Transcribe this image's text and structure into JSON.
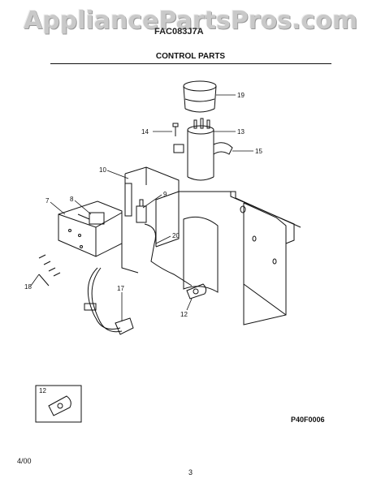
{
  "watermark": "AppliancePartsPros.com",
  "header": {
    "model": "FAC083J7A",
    "section_title": "CONTROL PARTS"
  },
  "callouts": [
    "19",
    "14",
    "13",
    "15",
    "10",
    "9",
    "7",
    "8",
    "20",
    "17",
    "18",
    "12",
    "12"
  ],
  "figure_code": "P40F0006",
  "footer": {
    "date": "4/00",
    "page_number": "3"
  }
}
